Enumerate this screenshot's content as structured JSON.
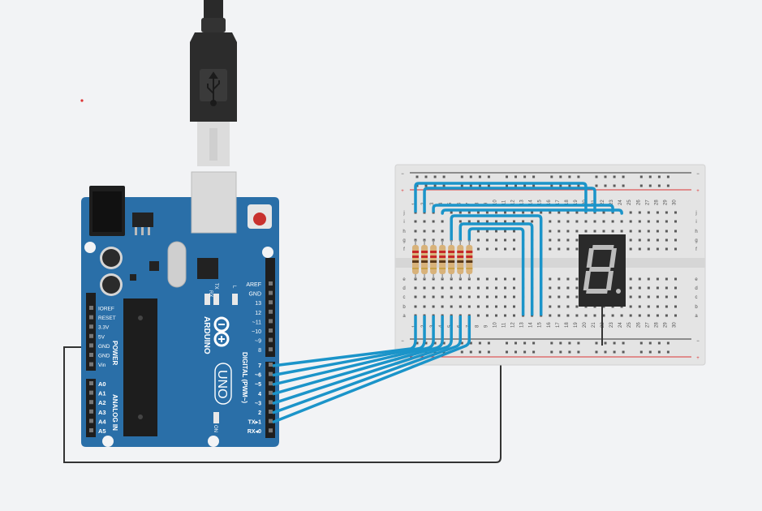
{
  "board": {
    "brand": "ARDUINO",
    "model": "UNO",
    "reset_label": "RESET",
    "on_label": "ON",
    "tx_label": "TX",
    "rx_label": "RX",
    "l_label": "L",
    "power_title": "POWER",
    "analog_title": "ANALOG IN",
    "digital_title": "DIGITAL (PWM~)",
    "power_pins": [
      "IOREF",
      "RESET",
      "3.3V",
      "5V",
      "GND",
      "GND",
      "Vin"
    ],
    "analog_pins": [
      "A0",
      "A1",
      "A2",
      "A3",
      "A4",
      "A5"
    ],
    "digital_top": [
      "AREF",
      "GND",
      "13",
      "12",
      "~11",
      "~10",
      "~9",
      "8"
    ],
    "digital_bottom": [
      "7",
      "~6",
      "~5",
      "4",
      "~3",
      "2",
      "TX▸1",
      "RX◂0"
    ]
  },
  "breadboard": {
    "row_letters_top": [
      "j",
      "i",
      "h",
      "g",
      "f"
    ],
    "row_letters_bottom": [
      "e",
      "d",
      "c",
      "b",
      "a"
    ],
    "column_numbers": [
      "1",
      "2",
      "3",
      "4",
      "5",
      "6",
      "7",
      "8",
      "9",
      "10",
      "11",
      "12",
      "13",
      "14",
      "15",
      "16",
      "17",
      "18",
      "19",
      "20",
      "21",
      "22",
      "23",
      "24",
      "25",
      "26",
      "27",
      "28",
      "29",
      "30"
    ],
    "rail_plus": "+",
    "rail_minus": "−"
  },
  "display": {
    "digit_shown": "8"
  },
  "colors": {
    "wire": "#1b94c9",
    "ground_wire": "#333333",
    "board": "#2a6fa8",
    "background": "#f2f3f5"
  },
  "icons": [
    "usb-icon",
    "arduino-logo-icon"
  ]
}
